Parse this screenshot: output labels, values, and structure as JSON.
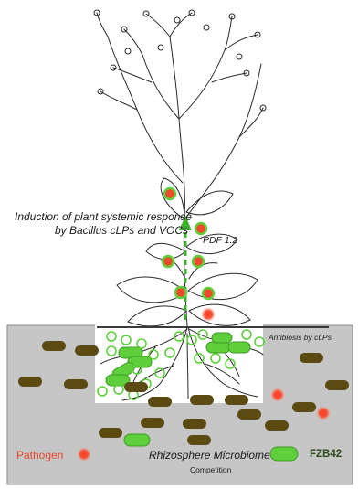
{
  "labels": {
    "induction_line1": "Induction of plant systemic response",
    "induction_line2": "by Bacillus cLPs and VOCs",
    "pdf": "PDF 1.2",
    "antibiosis": "Antibiosis by cLPs",
    "pathogen": "Pathogen",
    "rhizosphere": "Rhizosphere Microbiome",
    "competition": "Competition",
    "strain": "FZB42"
  },
  "colors": {
    "soil": "#c6c6c6",
    "soil_border": "#8a8a8a",
    "ground_line": "#3a3a3a",
    "bacillus_green": "#5fcf3c",
    "bacillus_dark": "#3d9a25",
    "microbe_brown": "#5b4a12",
    "pathogen_red": "#ef4a2b",
    "pathogen_glow": "#f7a28f",
    "arrow_green": "#3daf2c"
  },
  "icons": {
    "pathogen_legend": "red-dot-icon",
    "strain_legend": "green-capsule-icon",
    "plant": "plant-line-drawing"
  }
}
